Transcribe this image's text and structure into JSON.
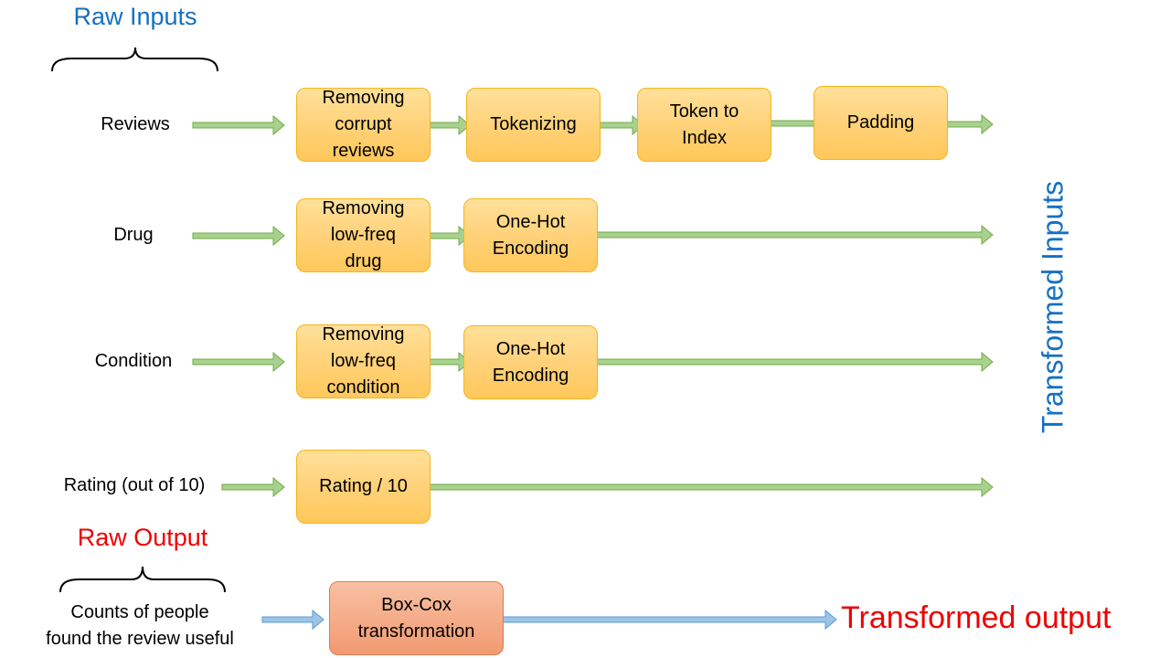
{
  "raw_inputs_title": "Raw Inputs",
  "raw_output_title": "Raw Output",
  "transformed_inputs_title": "Transformed Inputs",
  "transformed_output_title": "Transformed output",
  "rows": {
    "reviews": {
      "label": "Reviews",
      "steps": [
        "Removing\ncorrupt\nreviews",
        "Tokenizing",
        "Token to\nIndex",
        "Padding"
      ]
    },
    "drug": {
      "label": "Drug",
      "steps": [
        "Removing\nlow-freq\ndrug",
        "One-Hot\nEncoding"
      ]
    },
    "condition": {
      "label": "Condition",
      "steps": [
        "Removing\nlow-freq\ncondition",
        "One-Hot\nEncoding"
      ]
    },
    "rating": {
      "label": "Rating (out of 10)",
      "steps": [
        "Rating / 10"
      ]
    },
    "output": {
      "label": "Counts of people\nfound the review useful",
      "steps": [
        "Box-Cox\ntransformation"
      ]
    }
  },
  "colors": {
    "green_arrow": "#a9d18e",
    "green_arrow_border": "#70ad47",
    "blue_arrow": "#9dc3e6",
    "blue_arrow_border": "#5b9bd5",
    "box_yellow": "#ffd966",
    "box_orange": "#f4b183",
    "title_blue": "#1570c0",
    "title_red": "#ee0000"
  }
}
